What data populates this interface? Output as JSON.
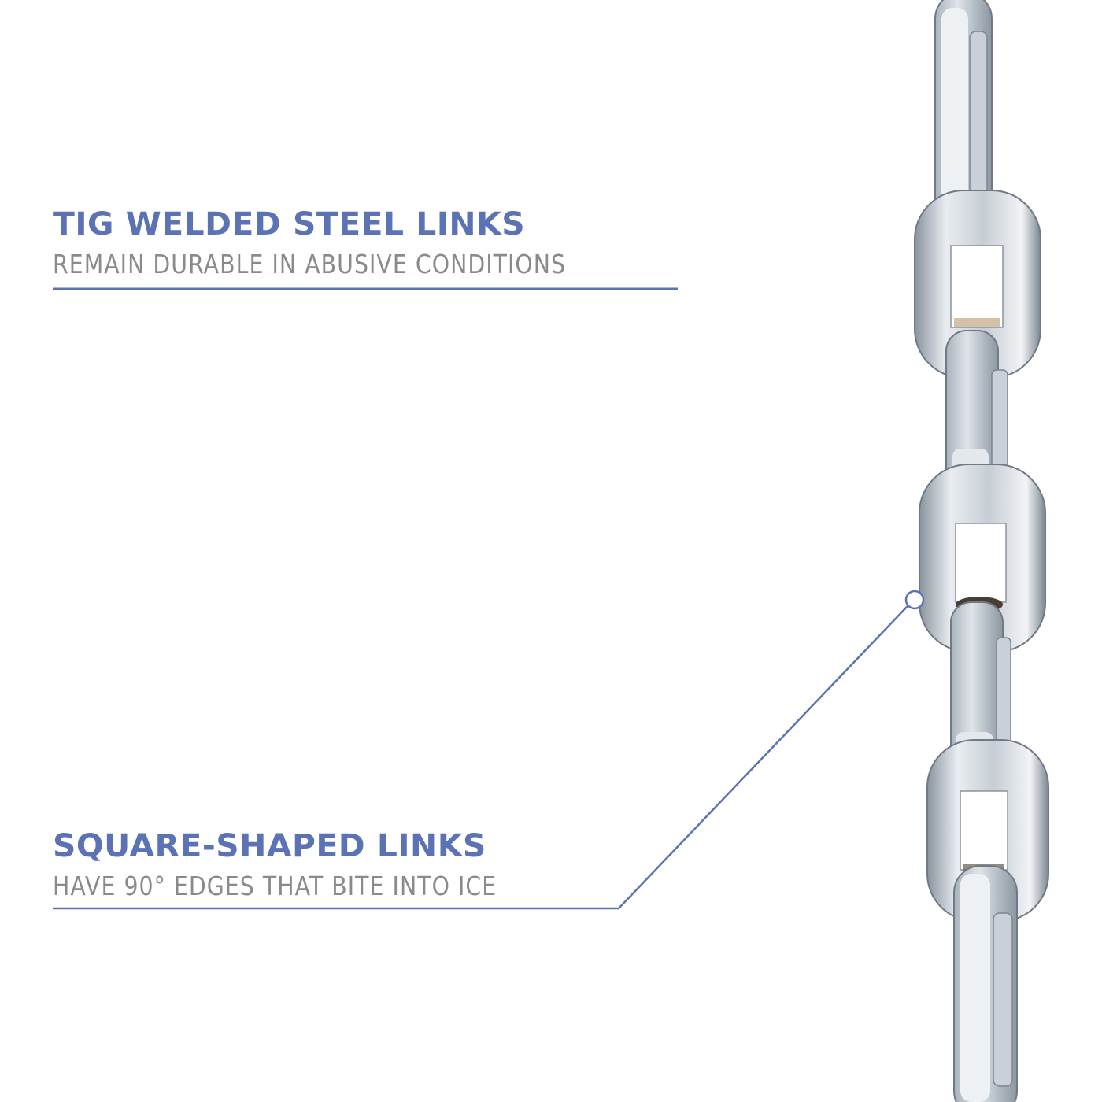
{
  "colors": {
    "accent": "#5b73b4",
    "subtext": "#8a8a8a",
    "background": "#ffffff",
    "chain_light": "#e6eaee",
    "chain_mid": "#b9c2cb",
    "chain_dark": "#6f7a86"
  },
  "callouts": [
    {
      "title": "TIG WELDED STEEL LINKS",
      "subtitle": "REMAIN DURABLE IN ABUSIVE CONDITIONS"
    },
    {
      "title": "SQUARE-SHAPED LINKS",
      "subtitle": "HAVE 90° EDGES THAT BITE INTO ICE"
    }
  ],
  "image": {
    "subject": "steel-chain-links",
    "icon": "chain-icon"
  },
  "leader": {
    "marker": "circle-marker-icon"
  }
}
